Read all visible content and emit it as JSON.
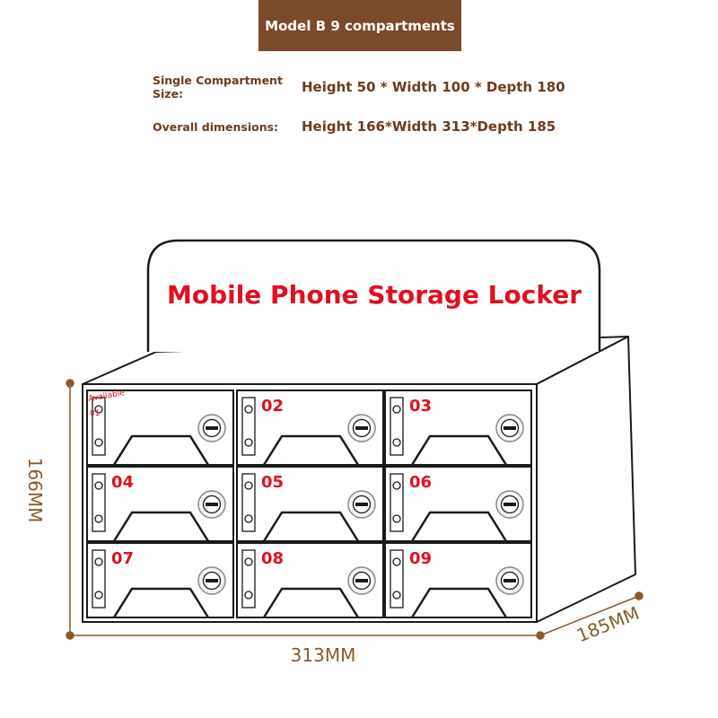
{
  "header": {
    "model_title": "Model B 9 compartments"
  },
  "specs": {
    "single_label": "Single Compartment Size:",
    "single_value": "Height 50 * Width 100 * Depth 180",
    "overall_label": "Overall dimensions:",
    "overall_value": "Height 166*Width 313*Depth 185"
  },
  "locker": {
    "sign_text": "Mobile Phone Storage Locker",
    "available_tag": "Available",
    "compartments": [
      "01",
      "02",
      "03",
      "04",
      "05",
      "06",
      "07",
      "08",
      "09"
    ]
  },
  "dimensions": {
    "height": "166MM",
    "width": "313MM",
    "depth": "185MM"
  },
  "colors": {
    "brand_brown": "#7b4a2a",
    "dimension_brown": "#8a5a2b",
    "label_red": "#e0101e",
    "outline": "#1a1a1a"
  }
}
